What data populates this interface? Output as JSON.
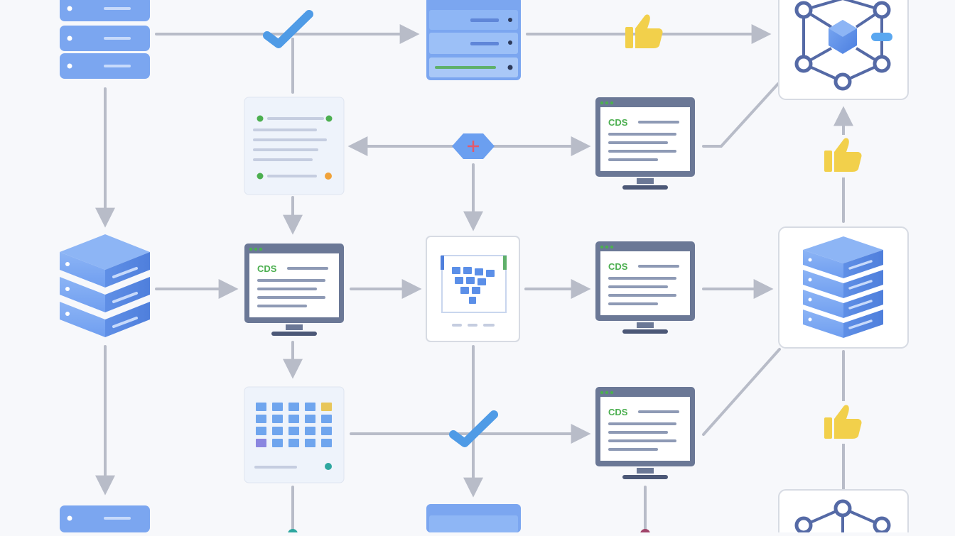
{
  "diagram": {
    "monitor_labels": [
      "CDS",
      "CDS",
      "CDS",
      "CDS"
    ],
    "colors": {
      "background": "#f7f8fb",
      "server_blue": "#6f9ef0",
      "server_dark": "#4f7fdc",
      "arrow_gray": "#b8bcc8",
      "check_blue": "#4f9be6",
      "thumbs_yellow": "#f2d04b",
      "monitor_frame": "#6b7896",
      "card_border": "#d7dbe3",
      "doc_bg": "#eef3fb",
      "label_green": "#4caf50",
      "node_navy": "#556aa6"
    },
    "icons": [
      "server-stack-icon",
      "server-rack-icon",
      "network-graph-icon",
      "document-card-icon",
      "monitor-icon",
      "check-icon",
      "thumbs-up-icon",
      "decision-diamond-icon",
      "data-grid-icon",
      "calendar-grid-icon"
    ]
  }
}
